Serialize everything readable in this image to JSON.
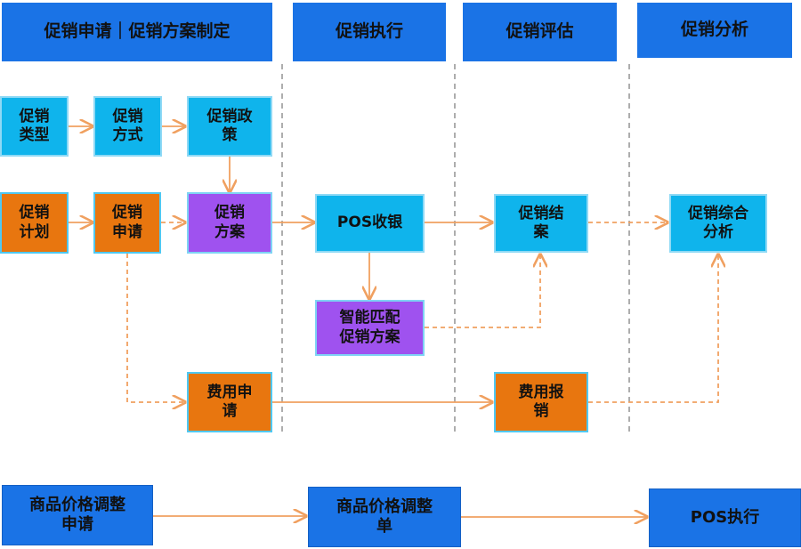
{
  "headers": {
    "apply": "促销申请｜促销方案制定",
    "execute": "促销执行",
    "evaluate": "促销评估",
    "analyze": "促销分析"
  },
  "nodes": {
    "promo_type": "促销\n类型",
    "promo_method": "促销\n方式",
    "promo_policy": "促销政\n策",
    "promo_plan": "促销\n计划",
    "promo_apply": "促销\n申请",
    "promo_scheme": "促销\n方案",
    "pos_cashier": "POS收银",
    "smart_match": "智能匹配\n促销方案",
    "promo_settle": "促销结\n案",
    "promo_analysis": "促销综合\n分析",
    "expense_apply": "费用申\n请",
    "expense_reimburse": "费用报\n销",
    "price_adjust_apply": "商品价格调整\n申请",
    "price_adjust_form": "商品价格调整\n单",
    "pos_execute": "POS执行"
  },
  "colors": {
    "header_blue": "#1a73e6",
    "cyan": "#0fb4ec",
    "orange": "#e8760f",
    "purple": "#9f52ef",
    "arrow": "#f0a060"
  }
}
